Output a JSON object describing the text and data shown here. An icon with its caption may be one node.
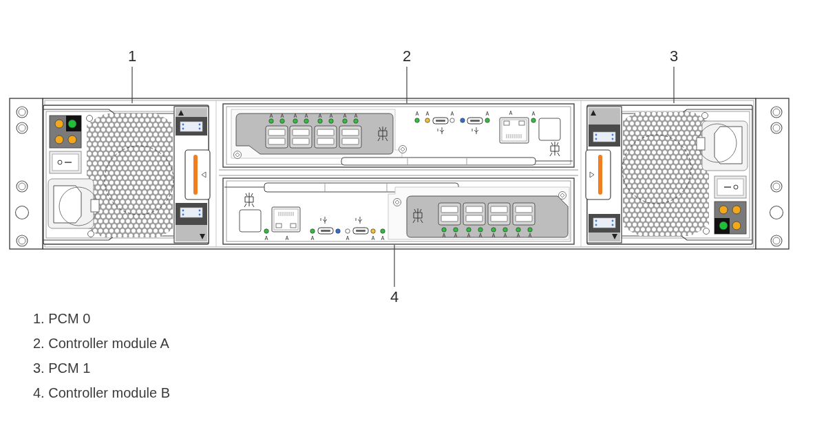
{
  "diagram": {
    "nodes": [
      {
        "text": [
          "1"
        ]
      },
      {
        "text": [
          "2"
        ]
      },
      {
        "text": [
          "3"
        ]
      },
      {
        "text": [],
        "shape": "picture"
      },
      {
        "text": [],
        "shape": "picture"
      },
      {
        "text": [],
        "shape": "picture"
      },
      {
        "text": [],
        "shape": "picture"
      },
      {
        "text": [
          "4"
        ]
      }
    ],
    "edges": [
      {
        "from": 0,
        "to": 3,
        "arrow": "none"
      },
      {
        "from": 1,
        "to": 4,
        "arrow": "none"
      },
      {
        "from": 2,
        "to": 5,
        "arrow": "none"
      },
      {
        "from": 7,
        "to": 6,
        "arrow": "none"
      }
    ],
    "labels": [
      "1. PCM 0",
      "2. Controller module A",
      "3. PCM 1",
      "4. Controller module B"
    ]
  }
}
